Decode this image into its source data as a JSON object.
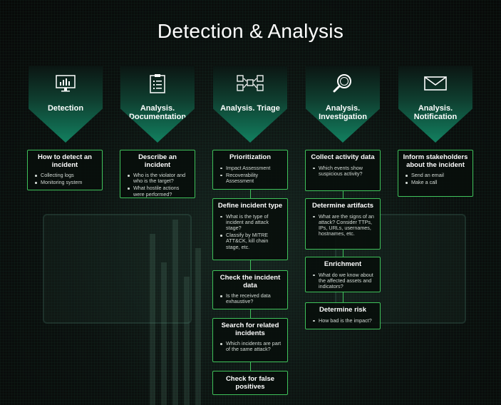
{
  "title": "Detection & Analysis",
  "colors": {
    "accent": "#3fc15a",
    "head_gradient_end": "#128060"
  },
  "columns": [
    {
      "label": "Detection",
      "icon": "monitor-chart-icon",
      "boxes": [
        {
          "title": "How to detect an incident",
          "items": [
            "Collecting logs",
            "Monitoring system"
          ]
        }
      ]
    },
    {
      "label": "Analysis. Documentation",
      "icon": "clipboard-icon",
      "boxes": [
        {
          "title": "Describe an incident",
          "items": [
            "Who is the violator and who is the target?",
            "What hostile actions were performed?"
          ]
        }
      ]
    },
    {
      "label": "Analysis. Triage",
      "icon": "sort-squares-icon",
      "boxes": [
        {
          "title": "Prioritization",
          "items": [
            "Impact Assessment",
            "Recoverability Assessment"
          ]
        },
        {
          "title": "Define incident type",
          "items": [
            "What is the type of incident and attack stage?",
            "Classify by MITRE ATT&CK, kill chain stage, etc."
          ]
        },
        {
          "title": "Check the incident data",
          "items": [
            "Is the received data exhaustive?"
          ]
        },
        {
          "title": "Search for related incidents",
          "items": [
            "Which incidents are part of the same attack?"
          ]
        },
        {
          "title": "Check for false positives",
          "items": []
        }
      ]
    },
    {
      "label": "Analysis. Investigation",
      "icon": "magnifier-icon",
      "boxes": [
        {
          "title": "Collect activity data",
          "items": [
            "Which events show suspicious activity?"
          ]
        },
        {
          "title": "Determine artifacts",
          "items": [
            "What are the signs of an attack? Consider TTPs, IPs, URLs, usernames, hostnames, etc."
          ]
        },
        {
          "title": "Enrichment",
          "items": [
            "What do we know about the affected assets and indicators?"
          ]
        },
        {
          "title": "Determine risk",
          "items": [
            "How bad is the impact?"
          ]
        }
      ]
    },
    {
      "label": "Analysis. Notification",
      "icon": "envelope-icon",
      "boxes": [
        {
          "title": "Inform stakeholders about the incident",
          "items": [
            "Send an email",
            "Make a call"
          ]
        }
      ]
    }
  ]
}
